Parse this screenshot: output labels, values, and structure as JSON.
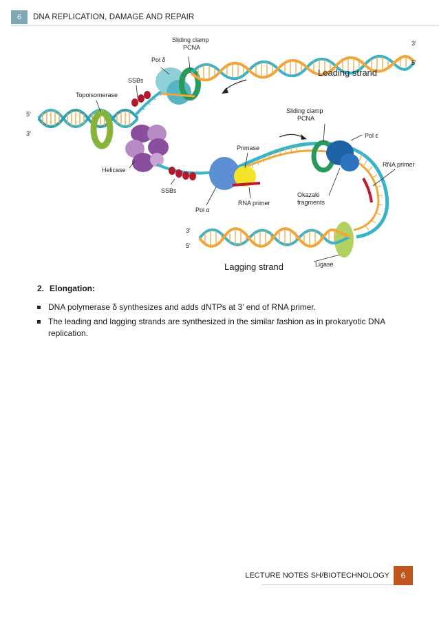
{
  "header": {
    "page_number": "6",
    "title": "DNA REPLICATION, DAMAGE AND REPAIR"
  },
  "figure": {
    "labels": {
      "sliding_clamp_top": "Sliding clamp",
      "pcna_top": "PCNA",
      "pol_delta": "Pol δ",
      "ssbs_top": "SSBs",
      "topoisomerase": "Topoisomerase",
      "five_prime_left": "5′",
      "three_prime_left": "3′",
      "helicase": "Helicase",
      "ssbs_bottom": "SSBs",
      "pol_alpha": "Pol α",
      "primase": "Primase",
      "rna_primer_mid": "RNA primer",
      "sliding_clamp_mid": "Sliding clamp",
      "pcna_mid": "PCNA",
      "pol_epsilon": "Pol ε",
      "rna_primer_right": "RNA primer",
      "okazaki_1": "Okazaki",
      "okazaki_2": "fragments",
      "three_prime_top_right": "3′",
      "five_prime_top_right": "5′",
      "leading_strand": "Leading strand",
      "three_prime_bottom": "3′",
      "five_prime_bottom": "5′",
      "lagging_strand": "Lagging strand",
      "ligase": "Ligase"
    }
  },
  "section": {
    "number": "2.",
    "title": "Elongation:"
  },
  "bullets": [
    "DNA polymerase δ synthesizes and adds dNTPs at 3’ end of RNA primer.",
    "The leading and lagging strands are synthesized in the similar fashion as in prokaryotic DNA replication."
  ],
  "footer": {
    "text": "LECTURE NOTES SH/BIOTECHNOLOGY",
    "page_number": "6"
  },
  "colors": {
    "strand_teal": "#3ab3c9",
    "strand_orange": "#f0a63b",
    "ssb_red": "#b3182b",
    "helicase_purple": "#9b63ad",
    "topo_green": "#86b43a",
    "clamp_green": "#2a9a5c",
    "pol_blue": "#5b8fd1",
    "pol_epsilon_blue": "#1f62a8",
    "primase_yellow": "#f5e52a",
    "ligase_green": "#a9cd4f",
    "footer_accent": "#c1551f",
    "header_accent": "#7fa8b7"
  }
}
